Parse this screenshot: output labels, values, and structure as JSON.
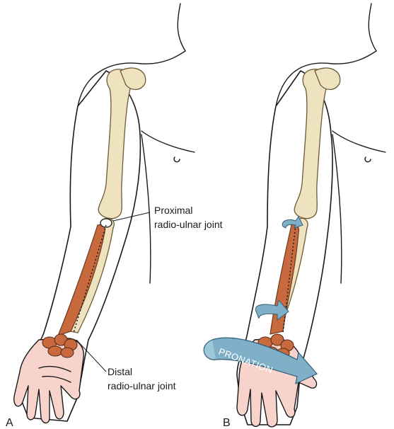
{
  "panel_a": {
    "label": "A",
    "proximal_label_line1": "Proximal",
    "proximal_label_line2": "radio-ulnar joint",
    "distal_label_line1": "Distal",
    "distal_label_line2": "radio-ulnar joint"
  },
  "panel_b": {
    "label": "B",
    "arrow_text": "PRONATION"
  },
  "colors": {
    "bone": "#efe2bf",
    "radius": "#c96a3e",
    "hand_skin": "#f7d3cb",
    "pronation_arrow": "#7fb0c7"
  }
}
